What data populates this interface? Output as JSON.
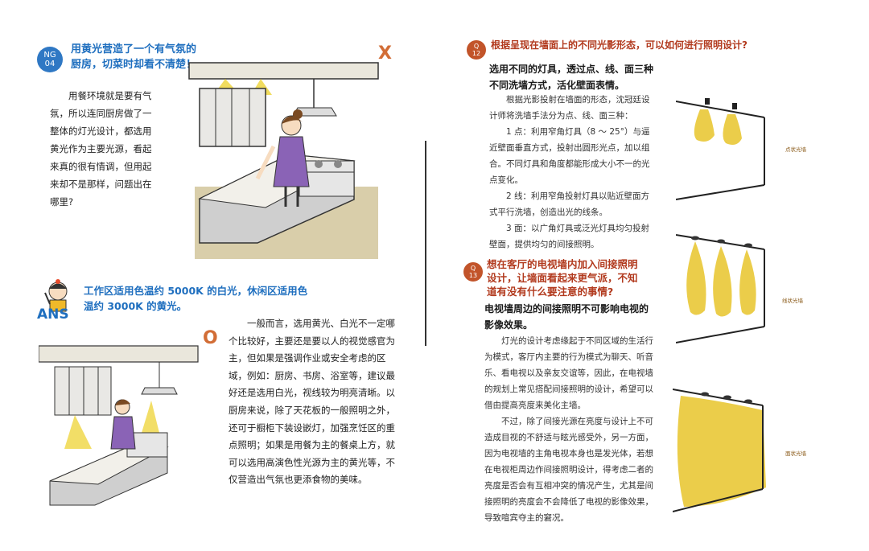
{
  "ng": {
    "badge": "NG\n04",
    "title_line1": "用黄光营造了一个有气氛的",
    "title_line2": "厨房，切菜时却看不清楚！",
    "mark": "X",
    "body": "用餐环境就是要有气氛，所以连同厨房做了一整体的灯光设计，都选用黄光作为主要光源，看起来真的很有情调，但用起来却不是那样，问题出在哪里?"
  },
  "ans": {
    "label": "ANS",
    "title_line1": "工作区适用色温约 5000K 的白光，休闲区适用色",
    "title_line2": "温约 3000K 的黄光。",
    "mark": "O",
    "body": "一般而言，选用黄光、白光不一定哪个比较好，主要还是要以人的视觉感官为主，但如果是强调作业或安全考虑的区域，例如：厨房、书房、浴室等，建议最好还是选用白光，视线较为明亮清晰。以厨房来说，除了天花板的一般照明之外，还可于橱柜下装设嵌灯，加强烹饪区的重点照明；如果是用餐为主的餐桌上方，就可以选用高演色性光源为主的黄光等，不仅营造出气氛也更添食物的美味。"
  },
  "q12": {
    "badge": "Q\n12",
    "title": "根据呈现在墙面上的不同光影形态，可以如何进行照明设计?",
    "lead_line1": "选用不同的灯具，透过点、线、面三种",
    "lead_line2": "不同洗墙方式，活化壁面表情。",
    "p1": "根据光影投射在墙面的形态，沈冠廷设计师将洗墙手法分为点、线、面三种：",
    "p2": "1 点：利用窄角灯具（8 ～ 25°）与逼近壁面垂直方式，投射出圆形光点，加以组合。不同灯具和角度都能形成大小不一的光点变化。",
    "p3": "2 线：利用窄角投射灯具以贴近壁面方式平行洗墙，创造出光的线条。",
    "p4": "3 面：以广角灯具或泛光灯具均匀投射壁面，提供均匀的间接照明。",
    "wall_label_1": "点状光墙",
    "wall_label_2": "线状光墙"
  },
  "q13": {
    "badge": "Q\n13",
    "title_line1": "想在客厅的电视墙内加入间接照明",
    "title_line2": "设计，让墙面看起来更气派，不知",
    "title_line3": "道有没有什么要注意的事情?",
    "lead_line1": "电视墙周边的间接照明不可影响电视的",
    "lead_line2": "影像效果。",
    "p1": "灯光的设计考虑缘起于不同区域的生活行为模式，客厅内主要的行为模式为聊天、听音乐、看电视以及亲友交谊等，因此，在电视墙的规划上常见搭配间接照明的设计，希望可以借由提高亮度来美化主墙。",
    "p2": "不过，除了间接光源在亮度与设计上不可造成目视的不舒适与眩光感受外，另一方面，因为电视墙的主角电视本身也是发光体，若想在电视柜周边作间接照明设计，得考虑二者的亮度是否会有互相冲突的情况产生，尤其是间接照明的亮度会不会降低了电视的影像效果，导致喧宾夺主的窘况。",
    "wall_label_3": "面状光墙"
  },
  "colors": {
    "ng_blue": "#2f78c4",
    "q_red": "#c2542a",
    "light_yellow": "#e8c42a"
  }
}
